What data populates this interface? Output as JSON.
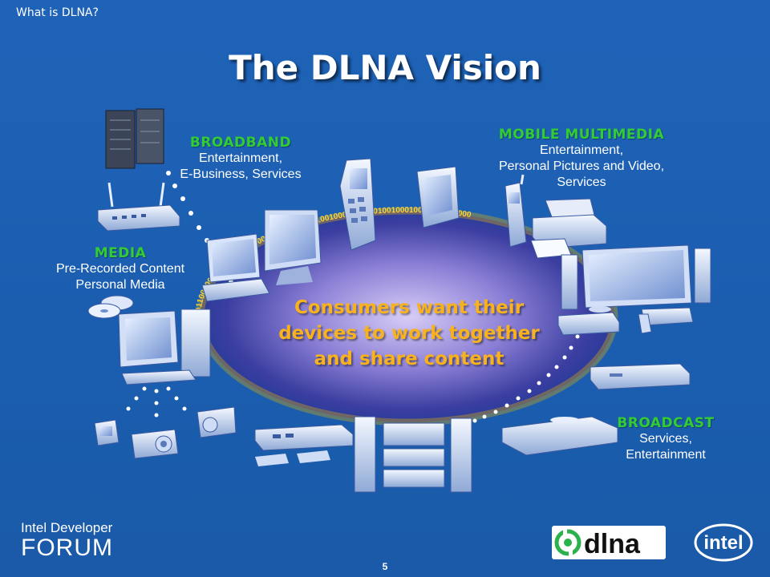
{
  "slide": {
    "breadcrumb": "What is DLNA?",
    "title": "The DLNA Vision",
    "center_text": [
      "Consumers want their",
      "devices to work together",
      "and share content"
    ],
    "page_number": "5"
  },
  "segments": {
    "broadband": {
      "heading": "BROADBAND",
      "lines": [
        "Entertainment,",
        "E-Business, Services"
      ]
    },
    "mobile": {
      "heading": "MOBILE MULTIMEDIA",
      "lines": [
        "Entertainment,",
        "Personal Pictures and Video,",
        "Services"
      ]
    },
    "media": {
      "heading": "MEDIA",
      "lines": [
        "Pre-Recorded Content",
        "Personal Media"
      ]
    },
    "broadcast": {
      "heading": "BROADCAST",
      "lines": [
        "Services,",
        "Entertainment"
      ]
    }
  },
  "ring": {
    "binary_text": "10110010010001100100010010001100100010010001100100100100010010011001000"
  },
  "footer": {
    "event_line1": "Intel Developer",
    "event_line2": "FORUM",
    "dlna_logo": "dlna",
    "intel_logo": "intel"
  },
  "colors": {
    "background": "#1c5fb2",
    "heading_green": "#33cc33",
    "center_text": "#f7b21e",
    "ellipse_glow": "#c9b8f0"
  }
}
